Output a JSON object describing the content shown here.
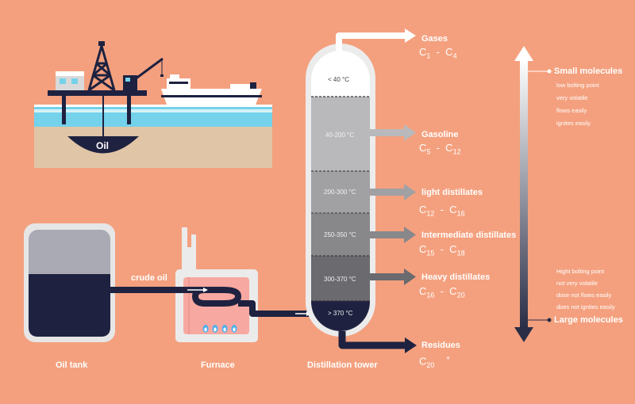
{
  "labels": {
    "oil": "Oil",
    "crude_oil": "crude oil",
    "oil_tank": "Oil tank",
    "furnace": "Furnace",
    "distillation_tower": "Distillation tower"
  },
  "tower": {
    "temperatures": [
      "< 40 °C",
      "40-200 °C",
      "200-300 °C",
      "250-350 °C",
      "300-370 °C",
      "> 370 °C"
    ]
  },
  "products": [
    {
      "name": "Gases",
      "carbon_from": "1",
      "carbon_to": "4"
    },
    {
      "name": "Gasoline",
      "carbon_from": "5",
      "carbon_to": "12"
    },
    {
      "name": "light distillates",
      "carbon_from": "12",
      "carbon_to": "16"
    },
    {
      "name": "Intermediate distillates",
      "carbon_from": "15",
      "carbon_to": "18"
    },
    {
      "name": "Heavy distillates",
      "carbon_from": "16",
      "carbon_to": "20"
    },
    {
      "name": "Residues",
      "carbon_from": "20",
      "carbon_to": "+"
    }
  ],
  "scale": {
    "top_title": "Small molecules",
    "top_props": [
      "low bolting point",
      "very volatile",
      "flows easily",
      "ignites easily"
    ],
    "bottom_title": "Large molecules",
    "bottom_props": [
      "Hight bolting point",
      "not very volatile",
      "dose not flows easily",
      "does not ignites easily"
    ]
  },
  "colors": {
    "background": "#f4a07e",
    "tank_fill": "#1e2240",
    "tower_top": "#ffffff",
    "tower_bottom": "#1e2240",
    "sea": "#74d2ea",
    "ground": "#e0c5a6",
    "furnace_fill": "#f7a8a0"
  }
}
